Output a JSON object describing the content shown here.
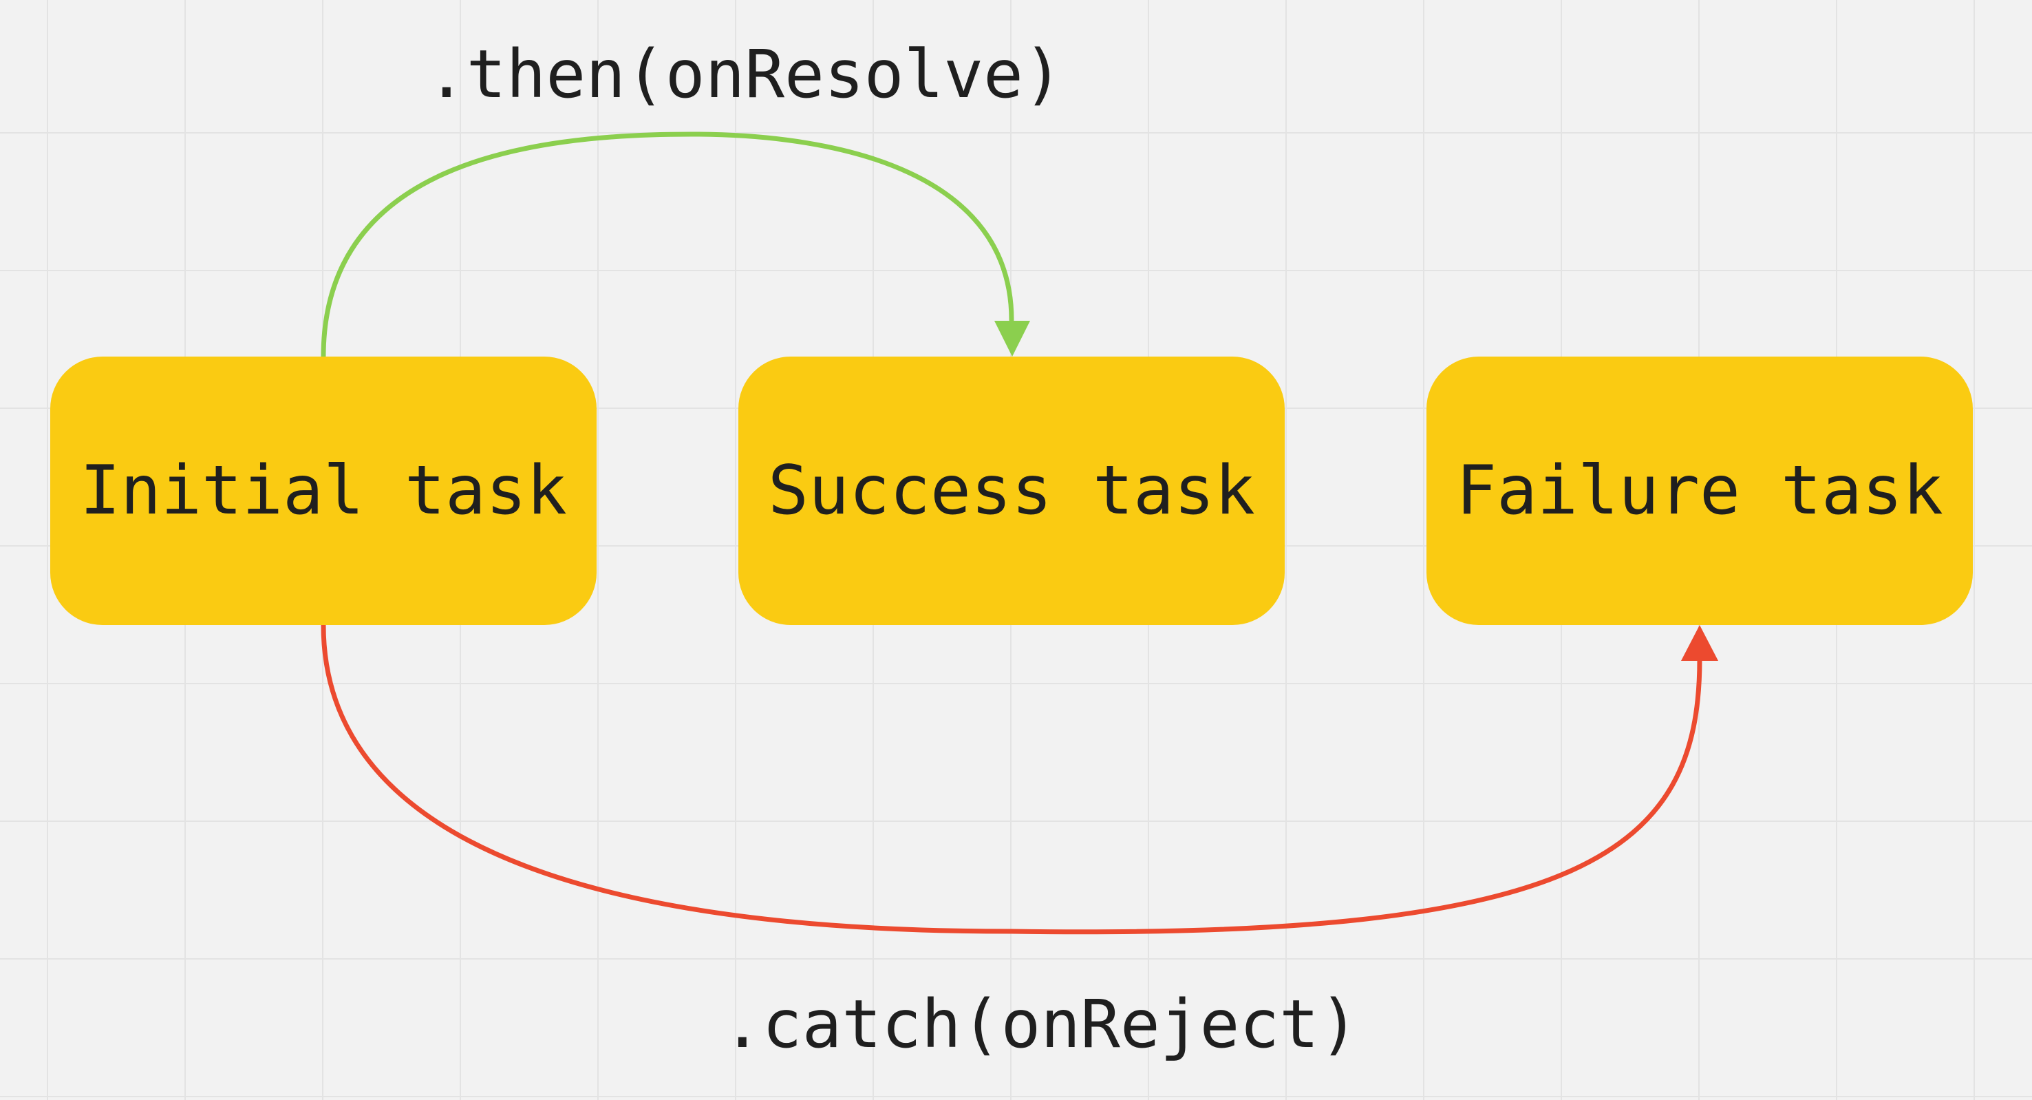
{
  "colors": {
    "background": "#f2f2f2",
    "grid": "#e3e3e3",
    "node_fill": "#facb12",
    "text": "#1f1f1f",
    "resolve_edge": "#8bcf4e",
    "reject_edge": "#ec4a2f"
  },
  "nodes": {
    "initial": "Initial task",
    "success": "Success task",
    "failure": "Failure task"
  },
  "edges": {
    "resolve_label": ".then(onResolve)",
    "reject_label": ".catch(onReject)"
  }
}
